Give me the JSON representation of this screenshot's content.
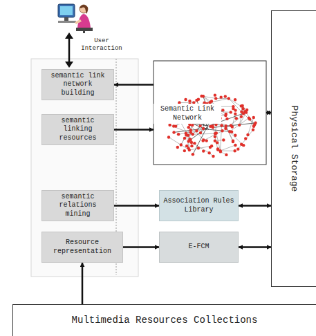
{
  "diagram": {
    "nodes": [
      {
        "text": [
          "semantic link network building"
        ]
      },
      {
        "text": [
          "Semantic Link Network"
        ]
      },
      {
        "text": [
          "Physical Storage"
        ]
      },
      {
        "text": [
          "semantic linking resources"
        ]
      },
      {
        "text": [
          "semantic relations mining"
        ]
      },
      {
        "text": [
          "Association Rules Library"
        ]
      },
      {
        "text": [
          "Resource representation"
        ]
      },
      {
        "text": [
          "E-FCM"
        ]
      },
      {
        "text": [
          "Multimedia Resources Collections"
        ]
      }
    ],
    "edges": [
      {
        "from": 1,
        "to": 0,
        "arrow": "to"
      },
      {
        "from": 3,
        "to": 1,
        "arrow": "to"
      },
      {
        "from": 1,
        "to": 2,
        "arrow": "both"
      },
      {
        "from": 4,
        "to": 5,
        "arrow": "to"
      },
      {
        "from": 5,
        "to": 2,
        "arrow": "both"
      },
      {
        "from": 6,
        "to": 7,
        "arrow": "to"
      },
      {
        "from": 7,
        "to": 2,
        "arrow": "both"
      },
      {
        "from": 8,
        "to": 6,
        "arrow": "to"
      }
    ],
    "labels": [
      "User Interaction"
    ]
  }
}
